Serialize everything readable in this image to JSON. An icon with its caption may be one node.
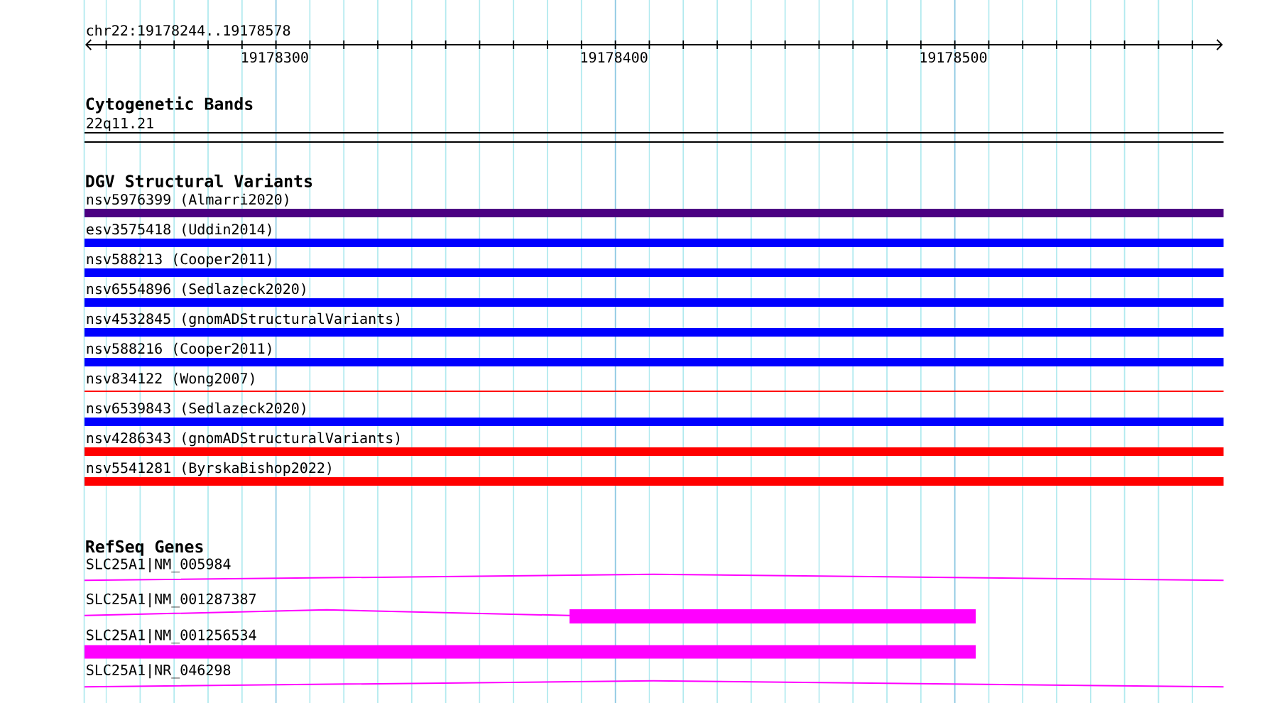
{
  "diagram": {
    "labels": [
      "chr22:19178244..19178578",
      "19178300",
      "19178400",
      "19178500",
      "Cytogenetic Bands",
      "22q11.21",
      "DGV Structural Variants",
      "nsv5976399 (Almarri2020)",
      "esv3575418 (Uddin2014)",
      "nsv588213 (Cooper2011)",
      "nsv6554896 (Sedlazeck2020)",
      "nsv4532845 (gnomADStructuralVariants)",
      "nsv588216 (Cooper2011)",
      "nsv834122 (Wong2007)",
      "nsv6539843 (Sedlazeck2020)",
      "nsv4286343 (gnomADStructuralVariants)",
      "nsv5541281 (ByrskaBishop2022)",
      "RefSeq Genes",
      "SLC25A1|NM_005984",
      "SLC25A1|NM_001287387",
      "SLC25A1|NM_001256534",
      "SLC25A1|NR_046298"
    ]
  }
}
